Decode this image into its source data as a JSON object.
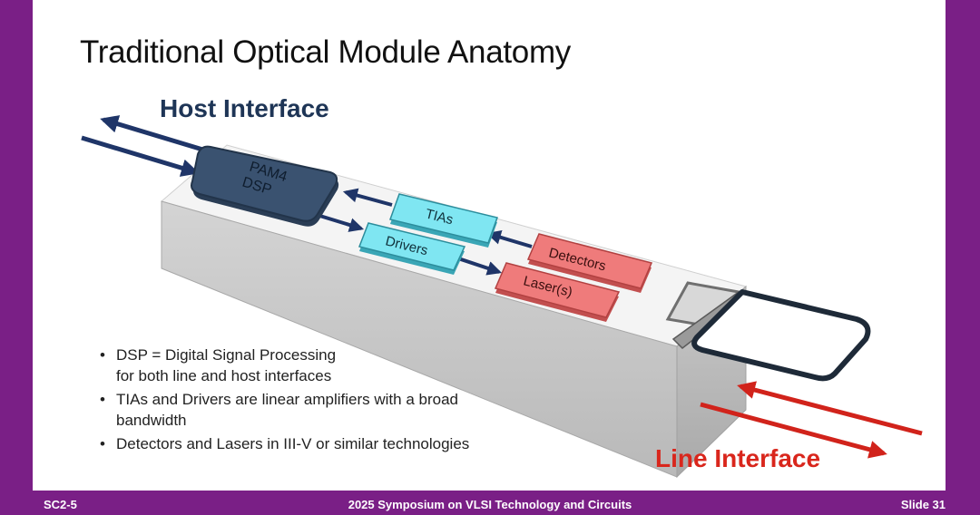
{
  "slide": {
    "title": "Traditional Optical Module Anatomy",
    "host_interface_label": "Host Interface",
    "line_interface_label": "Line Interface"
  },
  "components": {
    "dsp": [
      "PAM4",
      "DSP"
    ],
    "tias": "TIAs",
    "drivers": "Drivers",
    "detectors": "Detectors",
    "lasers": "Laser(s)"
  },
  "notes": [
    {
      "line1": "DSP = Digital Signal Processing",
      "line2": "for both line and host interfaces"
    },
    {
      "line1": "TIAs and Drivers are linear amplifiers with a broad",
      "line2": "bandwidth"
    },
    {
      "line1": "Detectors and Lasers in III-V or similar technologies",
      "line2": ""
    }
  ],
  "footer": {
    "left": "SC2-5",
    "center": "2025 Symposium on VLSI Technology and Circuits",
    "right": "Slide 31"
  },
  "colors": {
    "accent_purple": "#7a1f86",
    "dsp_blue": "#3a5270",
    "amp_cyan": "#7fe6f2",
    "optics_red": "#ef7b7b",
    "host_arrow": "#1f3568",
    "line_arrow": "#d1231b"
  }
}
